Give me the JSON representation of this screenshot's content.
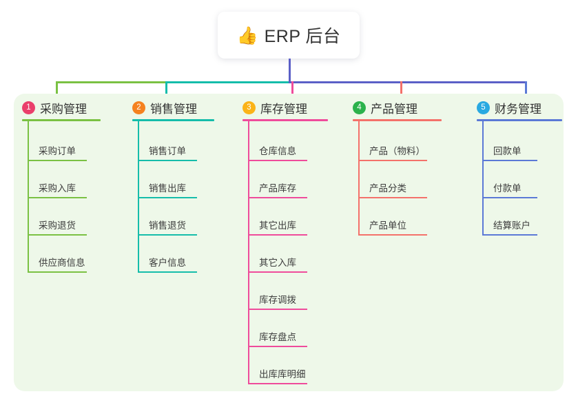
{
  "root": {
    "icon": "thumbs-up-emoji",
    "emoji": "👍",
    "title": "ERP 后台"
  },
  "panel": {
    "background_color": "#eef8e9"
  },
  "colors": {
    "stem": "#5b5fc7",
    "column1": "#7ac143",
    "column2": "#15bdaa",
    "column3": "#ef4b9b",
    "column4": "#f4716a",
    "column5": "#5b79d6",
    "badge1": "#ea3f6b",
    "badge2": "#f58220",
    "badge3": "#fbb318",
    "badge4": "#2bb24c",
    "badge5": "#29a9e1"
  },
  "columns": [
    {
      "number": "1",
      "title": "采购管理",
      "badge_color": "#ea3f6b",
      "line_color": "#7ac143",
      "items": [
        {
          "label": "采购订单"
        },
        {
          "label": "采购入库"
        },
        {
          "label": "采购退货"
        },
        {
          "label": "供应商信息"
        }
      ]
    },
    {
      "number": "2",
      "title": "销售管理",
      "badge_color": "#f58220",
      "line_color": "#15bdaa",
      "items": [
        {
          "label": "销售订单"
        },
        {
          "label": "销售出库"
        },
        {
          "label": "销售退货"
        },
        {
          "label": "客户信息"
        }
      ]
    },
    {
      "number": "3",
      "title": "库存管理",
      "badge_color": "#fbb318",
      "line_color": "#ef4b9b",
      "items": [
        {
          "label": "仓库信息"
        },
        {
          "label": "产品库存"
        },
        {
          "label": "其它出库"
        },
        {
          "label": "其它入库"
        },
        {
          "label": "库存调拨"
        },
        {
          "label": "库存盘点"
        },
        {
          "label": "出库库明细"
        }
      ]
    },
    {
      "number": "4",
      "title": "产品管理",
      "badge_color": "#2bb24c",
      "line_color": "#f4716a",
      "items": [
        {
          "label": "产品（物料）"
        },
        {
          "label": "产品分类"
        },
        {
          "label": "产品单位"
        }
      ]
    },
    {
      "number": "5",
      "title": "财务管理",
      "badge_color": "#29a9e1",
      "line_color": "#5b79d6",
      "items": [
        {
          "label": "回款单"
        },
        {
          "label": "付款单"
        },
        {
          "label": "结算账户"
        }
      ]
    }
  ]
}
